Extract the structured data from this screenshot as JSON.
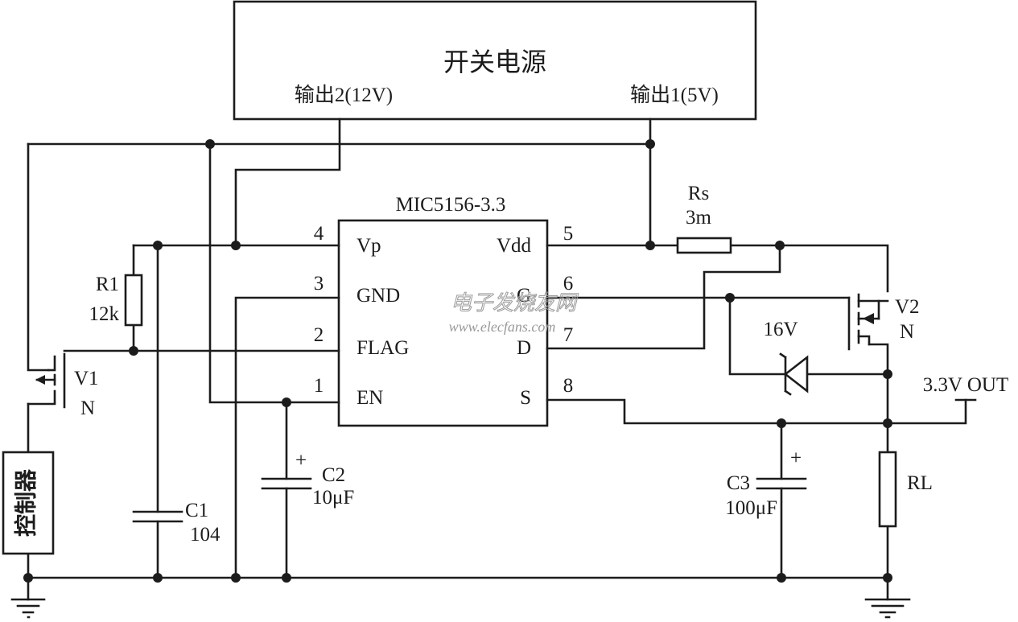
{
  "power_supply": {
    "title": "开关电源",
    "output2": "输出2(12V)",
    "output1": "输出1(5V)"
  },
  "ic": {
    "name": "MIC5156-3.3",
    "pins": {
      "vp": "Vp",
      "gnd": "GND",
      "flag": "FLAG",
      "en": "EN",
      "vdd": "Vdd",
      "g": "G",
      "d": "D",
      "s": "S"
    },
    "pin_numbers": {
      "vp": "4",
      "gnd": "3",
      "flag": "2",
      "en": "1",
      "vdd": "5",
      "g": "6",
      "d": "7",
      "s": "8"
    }
  },
  "components": {
    "rs": {
      "name": "Rs",
      "value": "3m"
    },
    "r1": {
      "name": "R1",
      "value": "12k"
    },
    "v1": {
      "name": "V1",
      "type": "N"
    },
    "v2": {
      "name": "V2",
      "type": "N"
    },
    "c1": {
      "name": "C1",
      "value": "104"
    },
    "c2": {
      "name": "C2",
      "value": "10μF",
      "polarity": "+"
    },
    "c3": {
      "name": "C3",
      "value": "100μF",
      "polarity": "+"
    },
    "zener": {
      "value": "16V"
    },
    "rl": {
      "name": "RL"
    },
    "controller": {
      "label": "控制器"
    }
  },
  "output_label": "3.3V OUT",
  "watermark": {
    "cn": "电子发烧友网",
    "url": "www.elecfans.com"
  }
}
